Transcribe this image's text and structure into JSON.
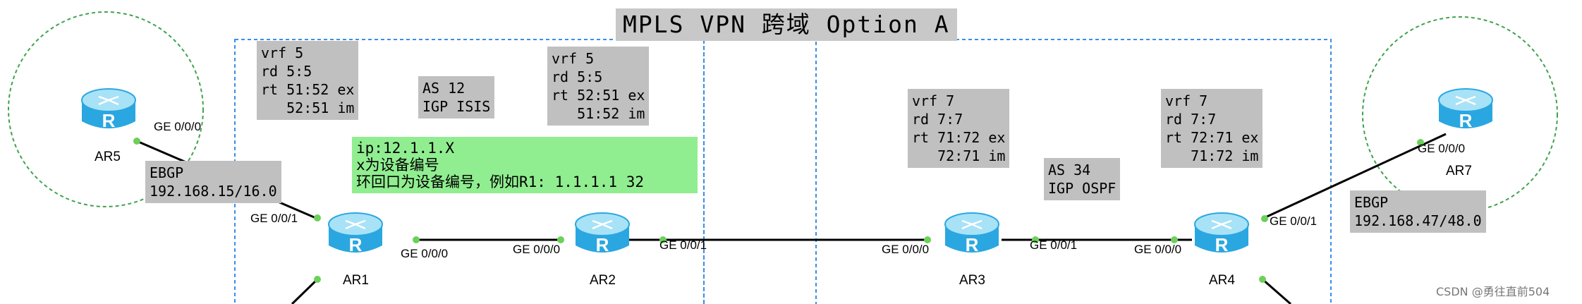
{
  "title": "MPLS VPN 跨域 Option A",
  "routers": {
    "ar1": "AR1",
    "ar2": "AR2",
    "ar3": "AR3",
    "ar4": "AR4",
    "ar5": "AR5",
    "ar7": "AR7"
  },
  "interfaces": {
    "ar5_ge000": "GE 0/0/0",
    "ar1_ge001": "GE 0/0/1",
    "ar1_ge000": "GE 0/0/0",
    "ar2_ge000": "GE 0/0/0",
    "ar2_ge001": "GE 0/0/1",
    "ar3_ge000": "GE 0/0/0",
    "ar3_ge001": "GE 0/0/1",
    "ar4_ge000": "GE 0/0/0",
    "ar4_ge001": "GE 0/0/1",
    "ar7_ge000": "GE 0/0/0"
  },
  "boxes": {
    "vrf_ar1": "vrf 5\nrd 5:5\nrt 51:52 ex\n   52:51 im",
    "as12": "AS 12\nIGP ISIS",
    "vrf_ar2": "vrf 5\nrd 5:5\nrt 52:51 ex\n   51:52 im",
    "vrf_ar3": "vrf 7\nrd 7:7\nrt 71:72 ex\n   72:71 im",
    "as34": "AS 34\nIGP OSPF",
    "vrf_ar4": "vrf 7\nrd 7:7\nrt 72:71 ex\n   71:72 im",
    "ebgp_left": "EBGP\n192.168.15/16.0",
    "ebgp_right": "EBGP\n192.168.47/48.0",
    "ip_note": "ip:12.1.1.X\nx为设备编号\n环回口为设备编号，例如R1: 1.1.1.1 32"
  },
  "watermark": "CSDN @勇往直前504",
  "colors": {
    "router_top": "#a8e2f7",
    "router_body": "#2aa7e0",
    "link_dot": "#6cd05a",
    "as_border": "#3a8ee6",
    "site_circle": "#3fa34d",
    "label_box": "#c0c0c0",
    "note_box": "#90ee90"
  }
}
